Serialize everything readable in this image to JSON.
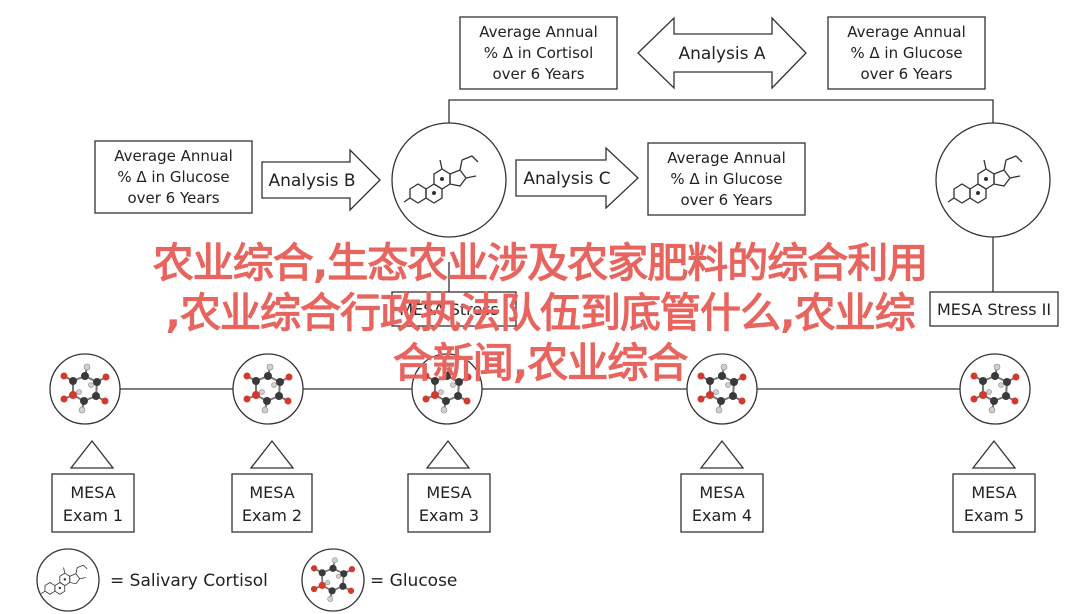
{
  "diagram": {
    "top_boxes": {
      "cortisol": [
        "Average Annual",
        "% Δ in Cortisol",
        "over 6 Years"
      ],
      "glucose_right": [
        "Average Annual",
        "% Δ in Glucose",
        "over 6 Years"
      ]
    },
    "mid_boxes": {
      "glucose_left": [
        "Average Annual",
        "% Δ in Glucose",
        "over 6 Years"
      ],
      "glucose_center": [
        "Average Annual",
        "% Δ in Glucose",
        "over 6 Years"
      ]
    },
    "analysis": {
      "a": "Analysis A",
      "b": "Analysis B",
      "c": "Analysis C"
    },
    "stress": {
      "one": "MESA Stress I",
      "two": "MESA Stress II"
    },
    "exams": [
      [
        "MESA",
        "Exam 1"
      ],
      [
        "MESA",
        "Exam 2"
      ],
      [
        "MESA",
        "Exam 3"
      ],
      [
        "MESA",
        "Exam 4"
      ],
      [
        "MESA",
        "Exam 5"
      ]
    ],
    "legend": {
      "cortisol": "= Salivary Cortisol",
      "glucose": "= Glucose"
    },
    "icons": {
      "cortisol": "steroid-structure-icon",
      "glucose": "glucose-molecule-icon"
    }
  },
  "overlay": {
    "line1": "农业综合,生态农业涉及农家肥料的综合利用",
    "line2": ",农业综合行政执法队伍到底管什么,农业综",
    "line3": "合新闻,农业综合",
    "color": "#e8645e"
  }
}
